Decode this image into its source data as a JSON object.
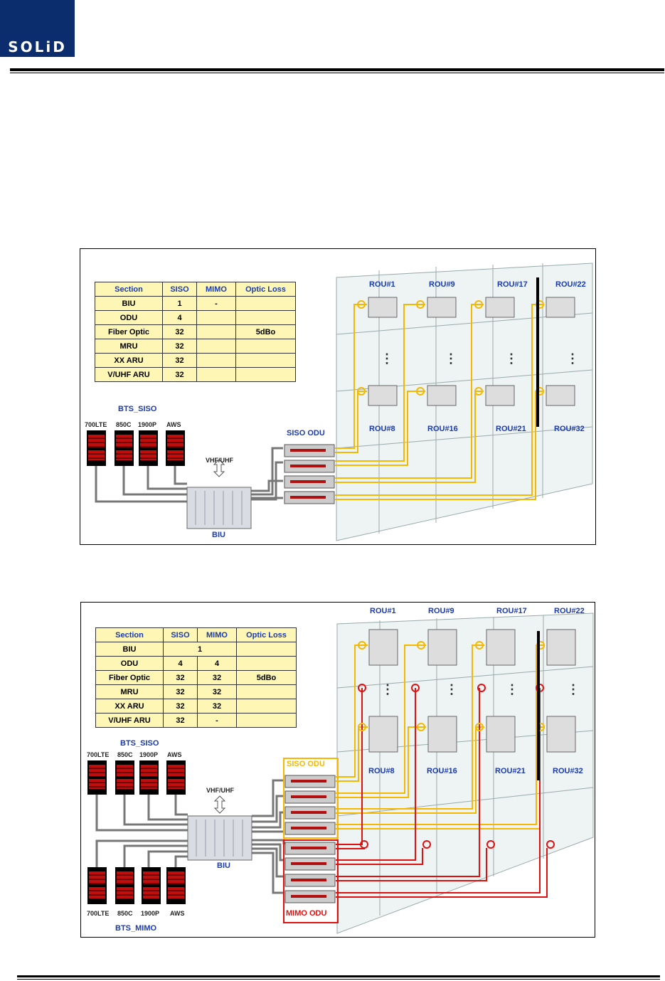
{
  "header": {
    "logo_text": "SOLiD"
  },
  "figure1": {
    "table": {
      "headers": [
        "Section",
        "SISO",
        "MIMO",
        "Optic Loss"
      ],
      "rows": [
        [
          "BIU",
          "1",
          "-",
          ""
        ],
        [
          "ODU",
          "4",
          "",
          ""
        ],
        [
          "Fiber Optic",
          "32",
          "",
          "5dBo"
        ],
        [
          "MRU",
          "32",
          "",
          ""
        ],
        [
          "XX ARU",
          "32",
          "",
          ""
        ],
        [
          "V/UHF ARU",
          "32",
          "",
          ""
        ]
      ]
    },
    "bts_label": "BTS_SISO",
    "bts_bands": [
      "700LTE",
      "850C",
      "1900P",
      "AWS"
    ],
    "vhf_label": "VHF/UHF",
    "biu_label": "BIU",
    "odu_label": "SISO ODU",
    "rou_top": [
      "ROU#1",
      "ROU#9",
      "ROU#17",
      "ROU#22"
    ],
    "rou_bottom": [
      "ROU#8",
      "ROU#16",
      "ROU#21",
      "ROU#32"
    ]
  },
  "figure2": {
    "table": {
      "headers": [
        "Section",
        "SISO",
        "MIMO",
        "Optic Loss"
      ],
      "rows": [
        [
          "BIU",
          "1",
          "",
          ""
        ],
        [
          "ODU",
          "4",
          "4",
          ""
        ],
        [
          "Fiber Optic",
          "32",
          "32",
          "5dBo"
        ],
        [
          "MRU",
          "32",
          "32",
          ""
        ],
        [
          "XX ARU",
          "32",
          "32",
          ""
        ],
        [
          "V/UHF ARU",
          "32",
          "-",
          ""
        ]
      ]
    },
    "bts_siso_label": "BTS_SISO",
    "bts_mimo_label": "BTS_MIMO",
    "bts_bands": [
      "700LTE",
      "850C",
      "1900P",
      "AWS"
    ],
    "vhf_label": "VHF/UHF",
    "biu_label": "BIU",
    "siso_odu_label": "SISO ODU",
    "mimo_odu_label": "MIMO ODU",
    "rou_top": [
      "ROU#1",
      "ROU#9",
      "ROU#17",
      "ROU#22"
    ],
    "rou_bottom": [
      "ROU#8",
      "ROU#16",
      "ROU#21",
      "ROU#32"
    ],
    "colors": {
      "siso": "#f5b800",
      "mimo": "#e01010"
    }
  }
}
